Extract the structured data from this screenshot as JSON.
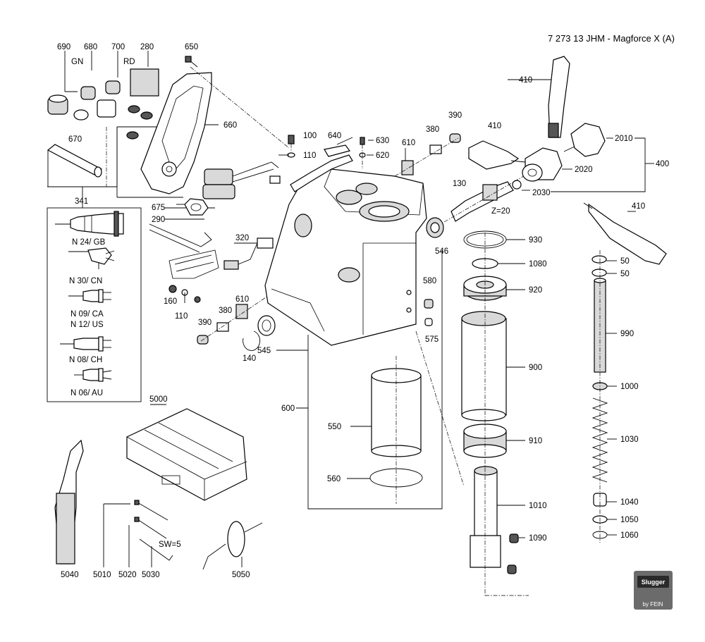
{
  "title": "7 273 13 JHM - Magforce X (A)",
  "logo": {
    "brand": "Slugger",
    "sub": "by FEIN"
  },
  "labels": {
    "l690": "690",
    "l680": "680",
    "l700": "700",
    "l280": "280",
    "l650": "650",
    "gn": "GN",
    "rd": "RD",
    "l670": "670",
    "l660": "660",
    "l341": "341",
    "l100": "100",
    "l110a": "110",
    "l640": "640",
    "l630": "630",
    "l620": "620",
    "l610a": "610",
    "l380a": "380",
    "l390a": "390",
    "l410a": "410",
    "l410b": "410",
    "l410c": "410",
    "l2010": "2010",
    "l2020": "2020",
    "l2030": "2030",
    "l400": "400",
    "l130": "130",
    "z20": "Z=20",
    "l675": "675",
    "l290": "290",
    "l320": "320",
    "l546": "546",
    "l930": "930",
    "l1080": "1080",
    "l920": "920",
    "l50a": "50",
    "l50b": "50",
    "l990": "990",
    "l160": "160",
    "l110b": "110",
    "l610b": "610",
    "l380b": "380",
    "l580": "580",
    "l390b": "390",
    "l140": "140",
    "l545": "545",
    "l575": "575",
    "l900": "900",
    "l1000": "1000",
    "l600": "600",
    "l550": "550",
    "l5000": "5000",
    "l910": "910",
    "l1030": "1030",
    "l560": "560",
    "l1010": "1010",
    "l1040": "1040",
    "l1050": "1050",
    "l1060": "1060",
    "l1090": "1090",
    "sw5": "SW=5",
    "l5040": "5040",
    "l5010": "5010",
    "l5020": "5020",
    "l5030": "5030",
    "l5050": "5050"
  },
  "plugs": [
    "N 24/ GB",
    "N 30/ CN",
    "N 09/ CA",
    "N 12/ US",
    "N 08/ CH",
    "N 06/ AU"
  ]
}
